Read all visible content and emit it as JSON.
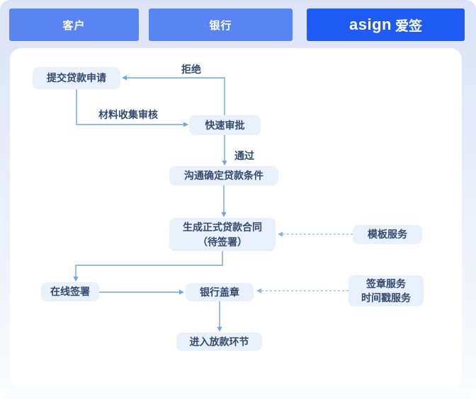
{
  "header": {
    "lanes": [
      {
        "label": "客户"
      },
      {
        "label": "银行"
      }
    ],
    "brand": {
      "latin": "asign",
      "cn": "爱签"
    }
  },
  "diagram": {
    "nodes": {
      "submit_application": "提交贷款申请",
      "quick_approval": "快速审批",
      "negotiate_terms": "沟通确定贷款条件",
      "generate_contract": "生成正式贷款合同\n（待签署）",
      "template_service": "模板服务",
      "online_sign": "在线签署",
      "bank_seal": "银行盖章",
      "seal_timestamp_service": "签章服务\n时间戳服务",
      "loan_disbursement": "进入放款环节"
    },
    "edge_labels": {
      "reject": "拒绝",
      "material_review": "材料收集审核",
      "pass": "通过"
    },
    "colors": {
      "lane_fill": "#5885f1",
      "brand_fill": "#1e5bf3",
      "node_fill": "#e9f1fc",
      "node_text": "#324a6e",
      "connector": "#70a4e2",
      "connector_dashed": "#8cb6e8"
    }
  }
}
